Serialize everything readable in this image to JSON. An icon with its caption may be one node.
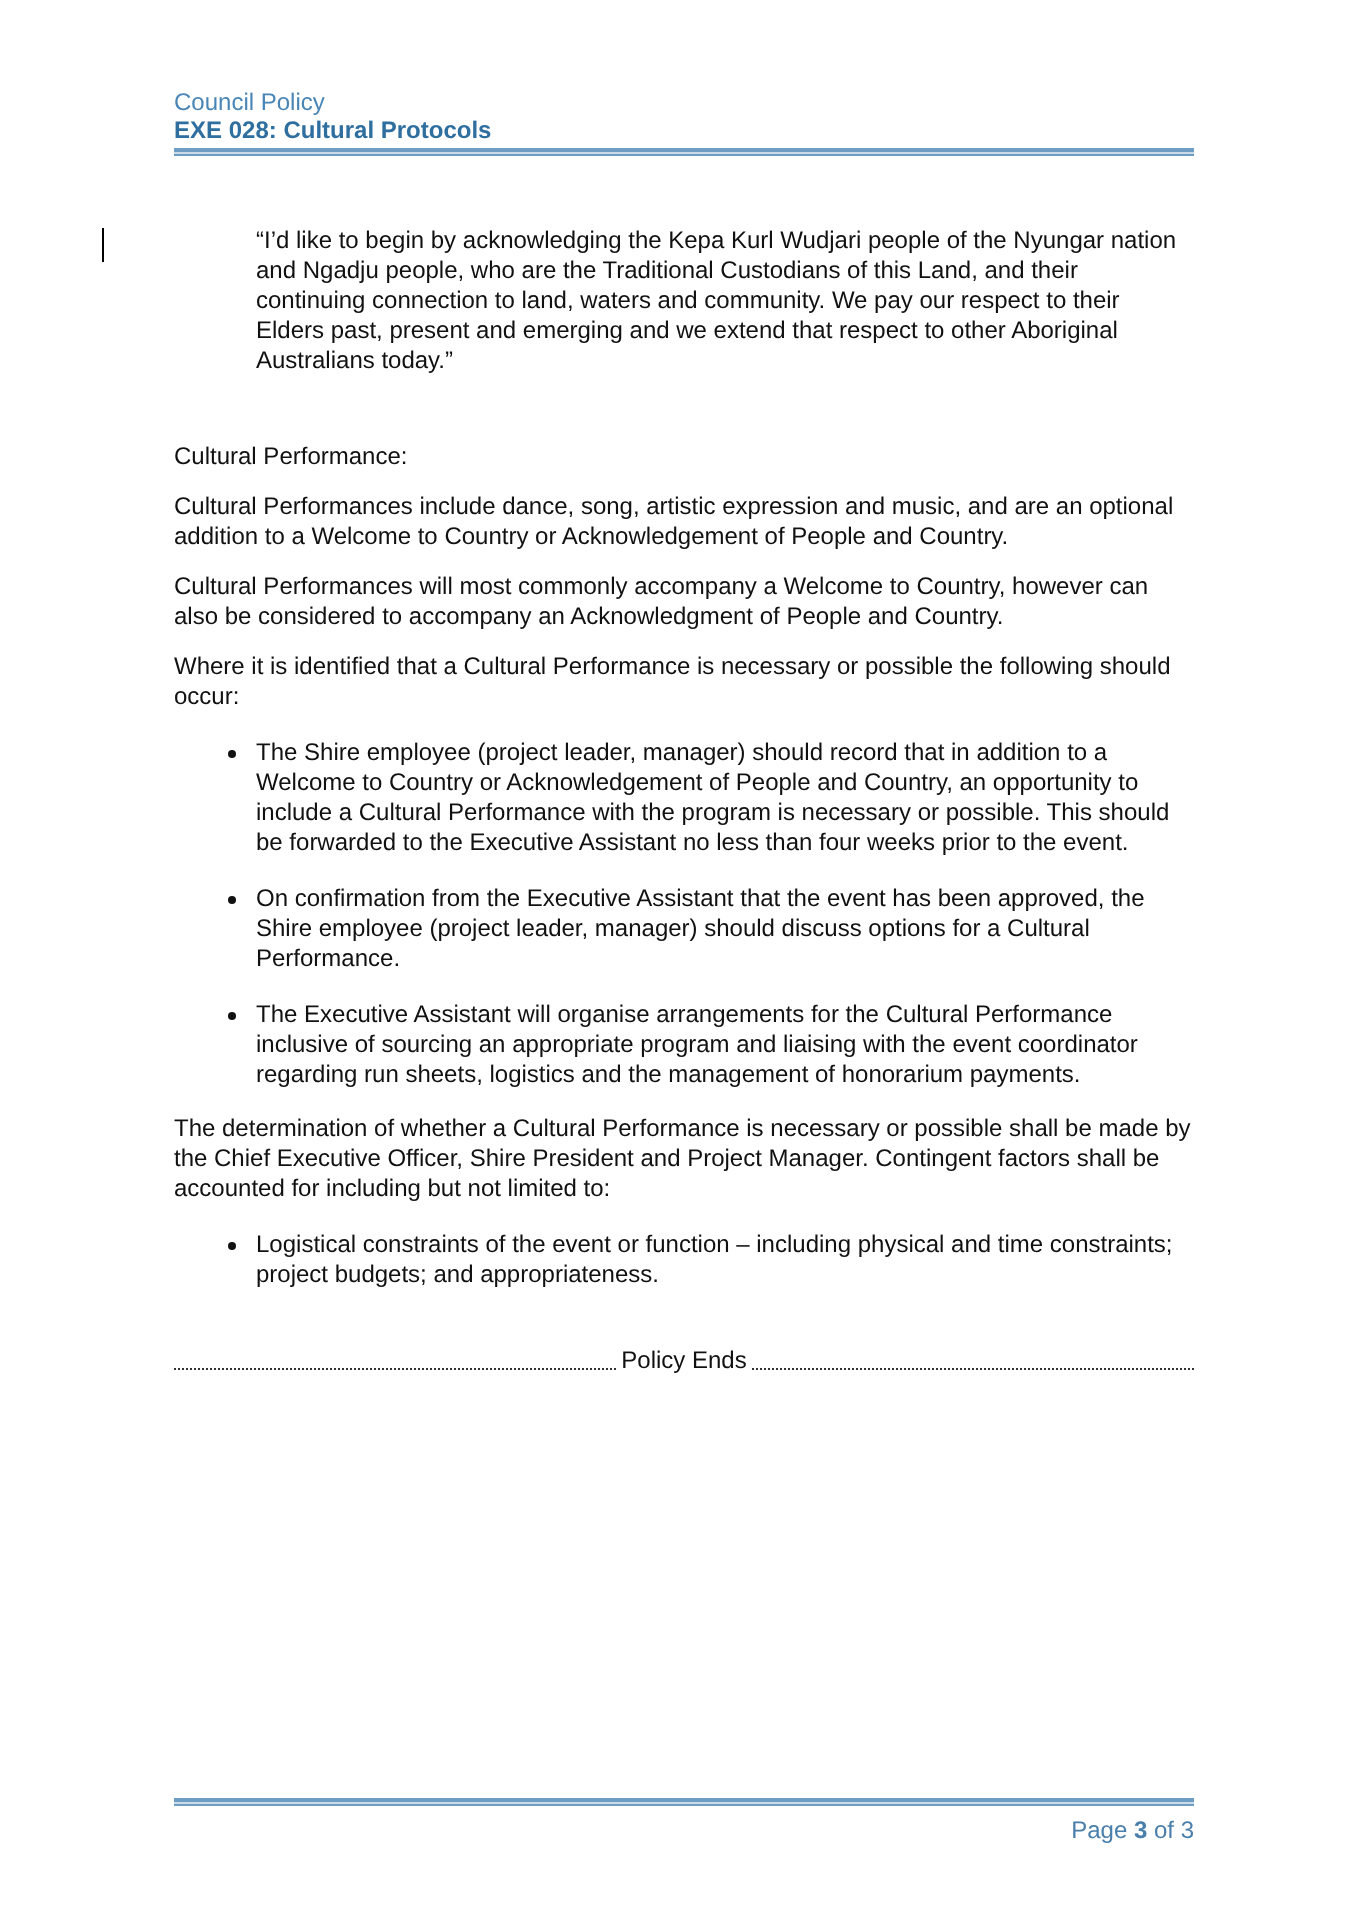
{
  "diagram": {
    "title": "EXE 028: Cultural Protocols",
    "labels": [
      "Council Policy",
      "“I’d like to begin by acknowledging the Kepa Kurl Wudjari people of the Nyungar nation and Ngadju people, who are the Traditional Custodians of this Land, and their continuing connection to land, waters and community. We pay our respect to their Elders past, present and emerging and we extend that respect to other Aboriginal Australians today.”",
      "Cultural Performance:",
      "Cultural Performances include dance, song, artistic expression and music, and are an optional addition to a Welcome to Country or Acknowledgement of People and Country.",
      "Cultural Performances will most commonly accompany a Welcome to Country, however can also be considered to accompany an Acknowledgment of People and Country.",
      "Where it is identified that a Cultural Performance is necessary or possible the following should occur:",
      "The Shire employee (project leader, manager) should record that in addition to a Welcome to Country or Acknowledgement of People and Country, an opportunity to include a Cultural Performance with the program is necessary or possible. This should be forwarded to the Executive Assistant no less than four weeks prior to the event.",
      "On confirmation from the Executive Assistant that the event has been approved, the Shire employee (project leader, manager) should discuss options for a Cultural Performance.",
      "The Executive Assistant will organise arrangements for the Cultural Performance inclusive of sourcing an appropriate program and liaising with the event coordinator regarding run sheets, logistics and the management of honorarium payments.",
      "The determination of whether a Cultural Performance is necessary or possible shall be made by the Chief Executive Officer, Shire President and Project Manager. Contingent factors shall be accounted for including but not limited to:",
      "Logistical constraints of the event or function – including physical and time constraints; project budgets; and appropriateness.",
      "Policy Ends",
      "Page **3** of 3"
    ]
  }
}
